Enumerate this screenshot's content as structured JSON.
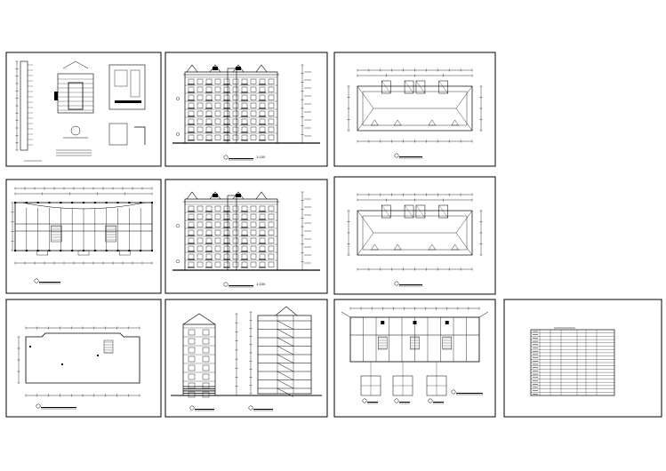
{
  "sheets": [
    {
      "id": "details",
      "kind": "details",
      "scale": ""
    },
    {
      "id": "front-elevation",
      "kind": "elevation",
      "scale": "1:100"
    },
    {
      "id": "roof-plan-upper",
      "kind": "roof",
      "scale": ""
    },
    {
      "id": "standard-floor-plan",
      "kind": "floorplan",
      "scale": ""
    },
    {
      "id": "rear-elevation",
      "kind": "elevation",
      "scale": "1:100"
    },
    {
      "id": "roof-plan-lower",
      "kind": "roof",
      "scale": ""
    },
    {
      "id": "ground-floor-plan",
      "kind": "groundplan",
      "scale": ""
    },
    {
      "id": "side-elevation-section",
      "kind": "section",
      "scale": ""
    },
    {
      "id": "unit-floor-plan",
      "kind": "unitplan",
      "scale": ""
    },
    {
      "id": "drawing-index-table",
      "kind": "table",
      "scale": ""
    }
  ],
  "colors": {
    "line": "#000000",
    "background": "#ffffff"
  }
}
